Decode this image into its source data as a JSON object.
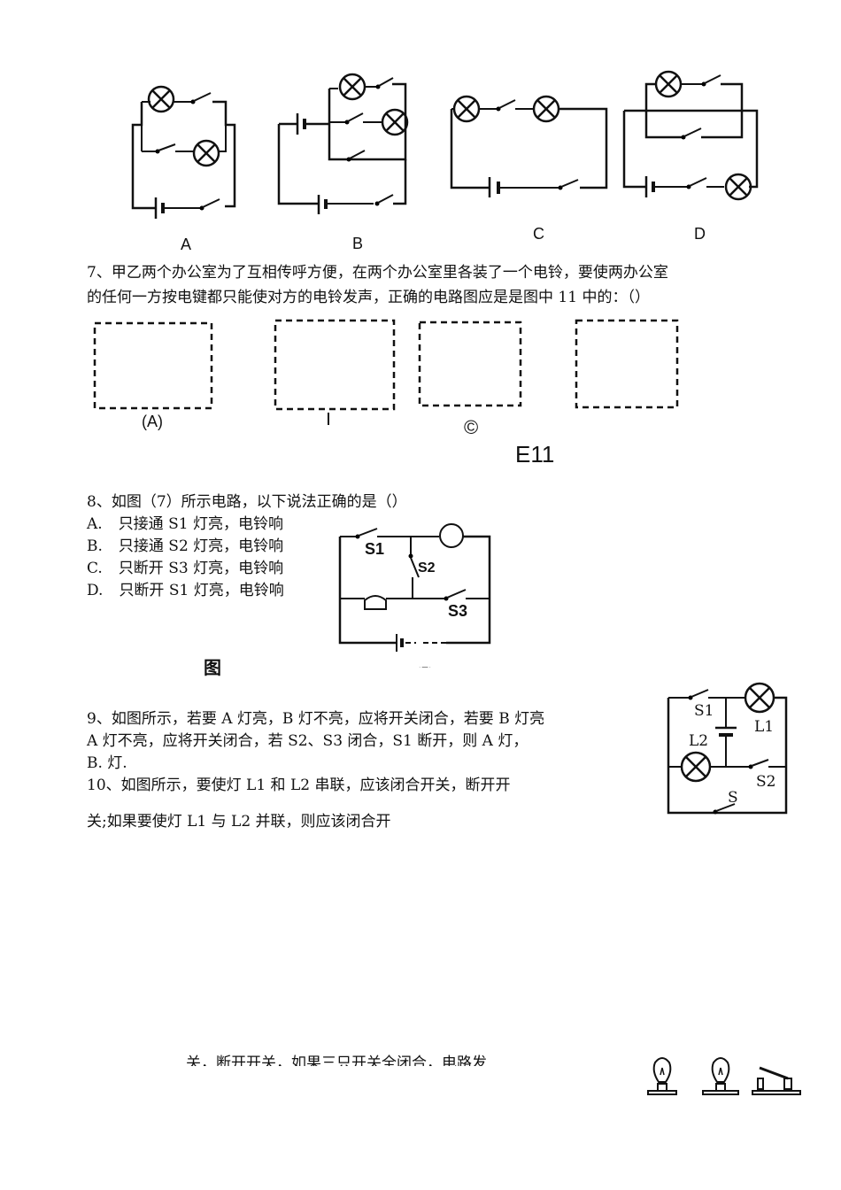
{
  "diagrams_q6": {
    "labels": [
      "A",
      "B",
      "C",
      "D"
    ]
  },
  "q7": {
    "line1": "7、甲乙两个办公室为了互相传呼方便，在两个办公室里各装了一个电铃，要使两办公室",
    "line2": "的任何一方按电键都只能使对方的电铃发声，正确的电路图应是是图中 11 中的：（）",
    "option_labels": [
      "(A)",
      "©"
    ],
    "figure_label": "E11"
  },
  "q8": {
    "stem": "8、如图（7）所示电路，以下说法正确的是（）",
    "options": [
      {
        "letter": "A.",
        "text": "只接通 S1 灯亮，电铃响"
      },
      {
        "letter": "B.",
        "text": "只接通 S2 灯亮，电铃响"
      },
      {
        "letter": "C.",
        "text": "只断开 S3 灯亮，电铃响"
      },
      {
        "letter": "D.",
        "text": "只断开 S1 灯亮，电铃响"
      }
    ],
    "figure_word": "图",
    "figure_number": "(7)",
    "switch_labels": [
      "S1",
      "S2",
      "S3"
    ]
  },
  "q9": {
    "line1": "9、如图所示，若要 A 灯亮，B 灯不亮，应将开关闭合，若要 B 灯亮",
    "line2": "A 灯不亮，应将开关闭合，若 S2、S3 闭合，S1 断开，则 A 灯，",
    "line3": "B. 灯."
  },
  "q10": {
    "line1": "10、如图所示，要使灯 L1 和 L2 串联，应该闭合开关，断开开",
    "line2": "关;如果要使灯 L1 与 L2 并联，则应该闭合开"
  },
  "right_circuit": {
    "labels": [
      "S1",
      "L1",
      "L2",
      "S2",
      "S"
    ]
  },
  "footer": {
    "text": "关，断开开关，如果三只开关全闭合，电路发"
  }
}
